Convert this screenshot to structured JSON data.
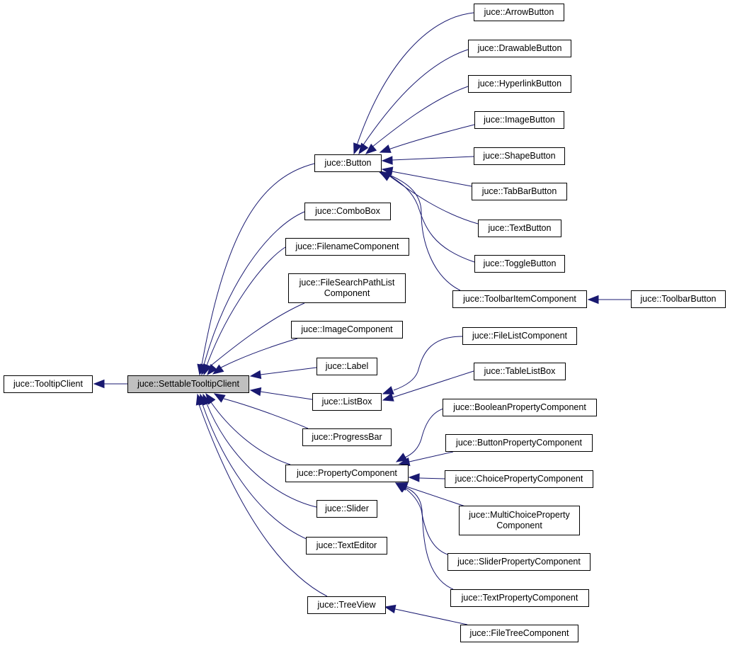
{
  "colors": {
    "edge": "#191970",
    "border": "#000000",
    "focus_fill": "#bfbfbf"
  },
  "nodes": {
    "tooltip_client": {
      "lines": [
        "juce::TooltipClient"
      ]
    },
    "settable_tooltip_client": {
      "lines": [
        "juce::SettableTooltipClient"
      ]
    },
    "button": {
      "lines": [
        "juce::Button"
      ]
    },
    "combo_box": {
      "lines": [
        "juce::ComboBox"
      ]
    },
    "filename_component": {
      "lines": [
        "juce::FilenameComponent"
      ]
    },
    "file_search_path_list_component": {
      "lines": [
        "juce::FileSearchPathList",
        "Component"
      ]
    },
    "image_component": {
      "lines": [
        "juce::ImageComponent"
      ]
    },
    "label": {
      "lines": [
        "juce::Label"
      ]
    },
    "list_box": {
      "lines": [
        "juce::ListBox"
      ]
    },
    "progress_bar": {
      "lines": [
        "juce::ProgressBar"
      ]
    },
    "property_component": {
      "lines": [
        "juce::PropertyComponent"
      ]
    },
    "slider": {
      "lines": [
        "juce::Slider"
      ]
    },
    "text_editor": {
      "lines": [
        "juce::TextEditor"
      ]
    },
    "tree_view": {
      "lines": [
        "juce::TreeView"
      ]
    },
    "arrow_button": {
      "lines": [
        "juce::ArrowButton"
      ]
    },
    "drawable_button": {
      "lines": [
        "juce::DrawableButton"
      ]
    },
    "hyperlink_button": {
      "lines": [
        "juce::HyperlinkButton"
      ]
    },
    "image_button": {
      "lines": [
        "juce::ImageButton"
      ]
    },
    "shape_button": {
      "lines": [
        "juce::ShapeButton"
      ]
    },
    "tab_bar_button": {
      "lines": [
        "juce::TabBarButton"
      ]
    },
    "text_button": {
      "lines": [
        "juce::TextButton"
      ]
    },
    "toggle_button": {
      "lines": [
        "juce::ToggleButton"
      ]
    },
    "toolbar_item_component": {
      "lines": [
        "juce::ToolbarItemComponent"
      ]
    },
    "toolbar_button": {
      "lines": [
        "juce::ToolbarButton"
      ]
    },
    "file_list_component": {
      "lines": [
        "juce::FileListComponent"
      ]
    },
    "table_list_box": {
      "lines": [
        "juce::TableListBox"
      ]
    },
    "boolean_property_component": {
      "lines": [
        "juce::BooleanPropertyComponent"
      ]
    },
    "button_property_component": {
      "lines": [
        "juce::ButtonPropertyComponent"
      ]
    },
    "choice_property_component": {
      "lines": [
        "juce::ChoicePropertyComponent"
      ]
    },
    "multi_choice_property_component": {
      "lines": [
        "juce::MultiChoiceProperty",
        "Component"
      ]
    },
    "slider_property_component": {
      "lines": [
        "juce::SliderPropertyComponent"
      ]
    },
    "text_property_component": {
      "lines": [
        "juce::TextPropertyComponent"
      ]
    },
    "file_tree_component": {
      "lines": [
        "juce::FileTreeComponent"
      ]
    }
  }
}
